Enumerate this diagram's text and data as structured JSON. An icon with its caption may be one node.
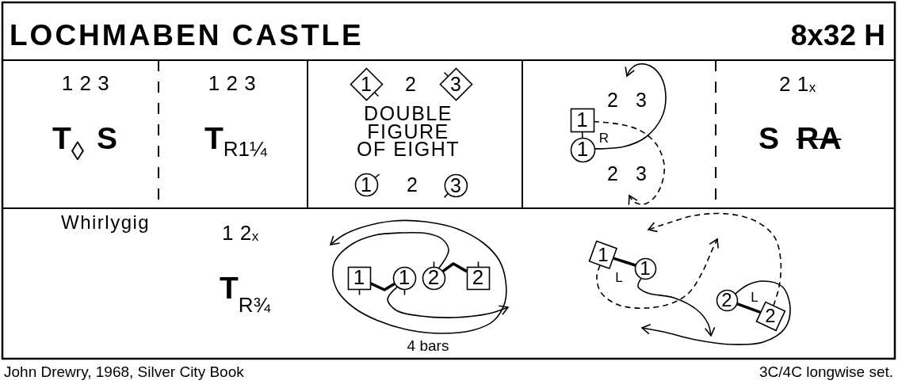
{
  "diagram": {
    "title": "LOCHMABEN CASTLE",
    "nodes": [
      {
        "text": [
          "1"
        ]
      },
      {
        "text": [
          "3"
        ]
      },
      {
        "text": [
          "1"
        ]
      },
      {
        "text": [
          "3"
        ]
      },
      {
        "text": [
          "1"
        ]
      },
      {
        "text": [
          "1"
        ]
      },
      {
        "text": [
          "1"
        ]
      },
      {
        "text": [
          "1"
        ]
      },
      {
        "text": [
          "2"
        ]
      },
      {
        "text": [
          "2"
        ]
      },
      {
        "text": [
          "1"
        ]
      },
      {
        "text": [
          "1"
        ]
      },
      {
        "text": [
          "2"
        ]
      },
      {
        "text": [
          "2"
        ]
      }
    ],
    "edges": [
      {
        "from": 4,
        "to": 5,
        "arrow": "none",
        "label": "R"
      },
      {
        "from": 5,
        "to": null,
        "arrow": "to"
      },
      {
        "from": 4,
        "to": null,
        "arrow": "to",
        "style": "dashed"
      },
      {
        "from": 6,
        "to": 7,
        "arrow": "none",
        "style": "thick"
      },
      {
        "from": 8,
        "to": 9,
        "arrow": "none",
        "style": "thick"
      },
      {
        "from": 7,
        "to": null,
        "arrow": "to"
      },
      {
        "from": 8,
        "to": null,
        "arrow": "to"
      },
      {
        "from": 10,
        "to": 11,
        "arrow": "none",
        "style": "thick",
        "label": "L"
      },
      {
        "from": 12,
        "to": 13,
        "arrow": "none",
        "style": "thick",
        "label": "L"
      },
      {
        "from": 10,
        "to": null,
        "arrow": "to",
        "style": "dashed"
      },
      {
        "from": 11,
        "to": null,
        "arrow": "to"
      },
      {
        "from": 13,
        "to": null,
        "arrow": "to",
        "style": "dashed"
      },
      {
        "from": 12,
        "to": null,
        "arrow": "to"
      }
    ],
    "labels": [
      "8x32 H",
      "1 2 3",
      "T$_{◊}$ S",
      "1 2 3",
      "T$_{R1¼}$",
      "2",
      "DOUBLE FIGURE OF EIGHT",
      "2",
      "2",
      "3",
      "2",
      "3",
      "2 1$_{x}$",
      "S",
      "RA",
      "Whirlygig",
      "1 2$_{x}$",
      "T$_{R¾}$",
      "4 bars",
      "John Drewry, 1968, Silver City Book",
      "3C/4C longwise set."
    ]
  }
}
